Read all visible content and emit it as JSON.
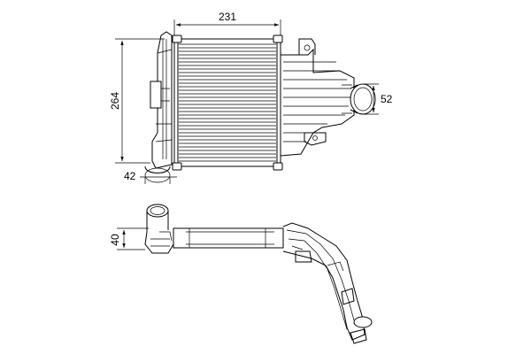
{
  "dimensions": {
    "width": "231",
    "height": "264",
    "outlet_diameter": "52",
    "inlet_diameter": "42",
    "depth": "40"
  }
}
